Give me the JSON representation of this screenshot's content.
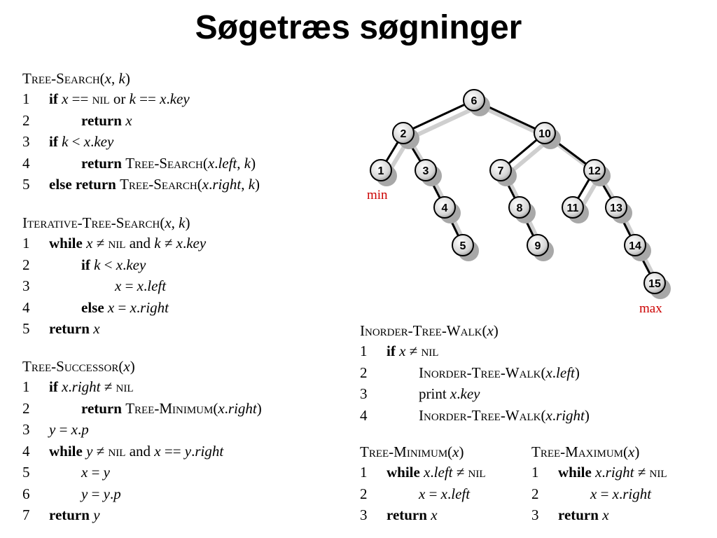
{
  "title": "Søgetræs søgninger",
  "algorithms": [
    {
      "id": "tree-search",
      "header": [
        {
          "t": "Tree-Search",
          "c": "sc"
        },
        {
          "t": "(",
          "c": ""
        },
        {
          "t": "x",
          "c": "it"
        },
        {
          "t": ", ",
          "c": ""
        },
        {
          "t": "k",
          "c": "it"
        },
        {
          "t": ")",
          "c": ""
        }
      ],
      "lines": [
        {
          "n": "1",
          "indent": 0,
          "parts": [
            {
              "t": "if ",
              "c": "kw"
            },
            {
              "t": "x",
              "c": "it"
            },
            {
              "t": " == ",
              "c": ""
            },
            {
              "t": "nil",
              "c": "sc"
            },
            {
              "t": " or ",
              "c": ""
            },
            {
              "t": "k",
              "c": "it"
            },
            {
              "t": " == ",
              "c": ""
            },
            {
              "t": "x",
              "c": "it"
            },
            {
              "t": ".",
              "c": ""
            },
            {
              "t": "key",
              "c": "it"
            }
          ]
        },
        {
          "n": "2",
          "indent": 1,
          "parts": [
            {
              "t": "return ",
              "c": "kw"
            },
            {
              "t": "x",
              "c": "it"
            }
          ]
        },
        {
          "n": "3",
          "indent": 0,
          "parts": [
            {
              "t": "if ",
              "c": "kw"
            },
            {
              "t": "k",
              "c": "it"
            },
            {
              "t": " < ",
              "c": ""
            },
            {
              "t": "x",
              "c": "it"
            },
            {
              "t": ".",
              "c": ""
            },
            {
              "t": "key",
              "c": "it"
            }
          ]
        },
        {
          "n": "4",
          "indent": 1,
          "parts": [
            {
              "t": "return ",
              "c": "kw"
            },
            {
              "t": "Tree-Search",
              "c": "sc"
            },
            {
              "t": "(",
              "c": ""
            },
            {
              "t": "x",
              "c": "it"
            },
            {
              "t": ".",
              "c": ""
            },
            {
              "t": "left",
              "c": "it"
            },
            {
              "t": ", ",
              "c": ""
            },
            {
              "t": "k",
              "c": "it"
            },
            {
              "t": ")",
              "c": ""
            }
          ]
        },
        {
          "n": "5",
          "indent": 0,
          "parts": [
            {
              "t": "else return ",
              "c": "kw"
            },
            {
              "t": "Tree-Search",
              "c": "sc"
            },
            {
              "t": "(",
              "c": ""
            },
            {
              "t": "x",
              "c": "it"
            },
            {
              "t": ".",
              "c": ""
            },
            {
              "t": "right",
              "c": "it"
            },
            {
              "t": ", ",
              "c": ""
            },
            {
              "t": "k",
              "c": "it"
            },
            {
              "t": ")",
              "c": ""
            }
          ]
        }
      ]
    },
    {
      "id": "iterative-tree-search",
      "header": [
        {
          "t": "Iterative-Tree-Search",
          "c": "sc"
        },
        {
          "t": "(",
          "c": ""
        },
        {
          "t": "x",
          "c": "it"
        },
        {
          "t": ", ",
          "c": ""
        },
        {
          "t": "k",
          "c": "it"
        },
        {
          "t": ")",
          "c": ""
        }
      ],
      "lines": [
        {
          "n": "1",
          "indent": 0,
          "parts": [
            {
              "t": "while ",
              "c": "kw"
            },
            {
              "t": "x",
              "c": "it"
            },
            {
              "t": " ≠ ",
              "c": ""
            },
            {
              "t": "nil",
              "c": "sc"
            },
            {
              "t": " and ",
              "c": ""
            },
            {
              "t": "k",
              "c": "it"
            },
            {
              "t": " ≠ ",
              "c": ""
            },
            {
              "t": "x",
              "c": "it"
            },
            {
              "t": ".",
              "c": ""
            },
            {
              "t": "key",
              "c": "it"
            }
          ]
        },
        {
          "n": "2",
          "indent": 1,
          "parts": [
            {
              "t": "if ",
              "c": "kw"
            },
            {
              "t": "k",
              "c": "it"
            },
            {
              "t": " < ",
              "c": ""
            },
            {
              "t": "x",
              "c": "it"
            },
            {
              "t": ".",
              "c": ""
            },
            {
              "t": "key",
              "c": "it"
            }
          ]
        },
        {
          "n": "3",
          "indent": 2,
          "parts": [
            {
              "t": "x",
              "c": "it"
            },
            {
              "t": " = ",
              "c": ""
            },
            {
              "t": "x",
              "c": "it"
            },
            {
              "t": ".",
              "c": ""
            },
            {
              "t": "left",
              "c": "it"
            }
          ]
        },
        {
          "n": "4",
          "indent": 1,
          "parts": [
            {
              "t": "else ",
              "c": "kw"
            },
            {
              "t": "x",
              "c": "it"
            },
            {
              "t": " = ",
              "c": ""
            },
            {
              "t": "x",
              "c": "it"
            },
            {
              "t": ".",
              "c": ""
            },
            {
              "t": "right",
              "c": "it"
            }
          ]
        },
        {
          "n": "5",
          "indent": 0,
          "parts": [
            {
              "t": "return ",
              "c": "kw"
            },
            {
              "t": "x",
              "c": "it"
            }
          ]
        }
      ]
    },
    {
      "id": "tree-successor",
      "header": [
        {
          "t": "Tree-Successor",
          "c": "sc"
        },
        {
          "t": "(",
          "c": ""
        },
        {
          "t": "x",
          "c": "it"
        },
        {
          "t": ")",
          "c": ""
        }
      ],
      "lines": [
        {
          "n": "1",
          "indent": 0,
          "parts": [
            {
              "t": "if ",
              "c": "kw"
            },
            {
              "t": "x",
              "c": "it"
            },
            {
              "t": ".",
              "c": ""
            },
            {
              "t": "right",
              "c": "it"
            },
            {
              "t": " ≠ ",
              "c": ""
            },
            {
              "t": "nil",
              "c": "sc"
            }
          ]
        },
        {
          "n": "2",
          "indent": 1,
          "parts": [
            {
              "t": "return ",
              "c": "kw"
            },
            {
              "t": "Tree-Minimum",
              "c": "sc"
            },
            {
              "t": "(",
              "c": ""
            },
            {
              "t": "x",
              "c": "it"
            },
            {
              "t": ".",
              "c": ""
            },
            {
              "t": "right",
              "c": "it"
            },
            {
              "t": ")",
              "c": ""
            }
          ]
        },
        {
          "n": "3",
          "indent": 0,
          "parts": [
            {
              "t": "y",
              "c": "it"
            },
            {
              "t": " = ",
              "c": ""
            },
            {
              "t": "x",
              "c": "it"
            },
            {
              "t": ".",
              "c": ""
            },
            {
              "t": "p",
              "c": "it"
            }
          ]
        },
        {
          "n": "4",
          "indent": 0,
          "parts": [
            {
              "t": "while ",
              "c": "kw"
            },
            {
              "t": "y",
              "c": "it"
            },
            {
              "t": " ≠ ",
              "c": ""
            },
            {
              "t": "nil",
              "c": "sc"
            },
            {
              "t": " and ",
              "c": ""
            },
            {
              "t": "x",
              "c": "it"
            },
            {
              "t": " == ",
              "c": ""
            },
            {
              "t": "y",
              "c": "it"
            },
            {
              "t": ".",
              "c": ""
            },
            {
              "t": "right",
              "c": "it"
            }
          ]
        },
        {
          "n": "5",
          "indent": 1,
          "parts": [
            {
              "t": "x",
              "c": "it"
            },
            {
              "t": " = ",
              "c": ""
            },
            {
              "t": "y",
              "c": "it"
            }
          ]
        },
        {
          "n": "6",
          "indent": 1,
          "parts": [
            {
              "t": "y",
              "c": "it"
            },
            {
              "t": " = ",
              "c": ""
            },
            {
              "t": "y",
              "c": "it"
            },
            {
              "t": ".",
              "c": ""
            },
            {
              "t": "p",
              "c": "it"
            }
          ]
        },
        {
          "n": "7",
          "indent": 0,
          "parts": [
            {
              "t": "return ",
              "c": "kw"
            },
            {
              "t": "y",
              "c": "it"
            }
          ]
        }
      ]
    },
    {
      "id": "inorder-tree-walk",
      "header": [
        {
          "t": "Inorder-Tree-Walk",
          "c": "sc"
        },
        {
          "t": "(",
          "c": ""
        },
        {
          "t": "x",
          "c": "it"
        },
        {
          "t": ")",
          "c": ""
        }
      ],
      "lines": [
        {
          "n": "1",
          "indent": 0,
          "parts": [
            {
              "t": "if ",
              "c": "kw"
            },
            {
              "t": "x",
              "c": "it"
            },
            {
              "t": " ≠ ",
              "c": ""
            },
            {
              "t": "nil",
              "c": "sc"
            }
          ]
        },
        {
          "n": "2",
          "indent": 1,
          "parts": [
            {
              "t": "Inorder-Tree-Walk",
              "c": "sc"
            },
            {
              "t": "(",
              "c": ""
            },
            {
              "t": "x",
              "c": "it"
            },
            {
              "t": ".",
              "c": ""
            },
            {
              "t": "left",
              "c": "it"
            },
            {
              "t": ")",
              "c": ""
            }
          ]
        },
        {
          "n": "3",
          "indent": 1,
          "parts": [
            {
              "t": "print ",
              "c": ""
            },
            {
              "t": "x",
              "c": "it"
            },
            {
              "t": ".",
              "c": ""
            },
            {
              "t": "key",
              "c": "it"
            }
          ]
        },
        {
          "n": "4",
          "indent": 1,
          "parts": [
            {
              "t": "Inorder-Tree-Walk",
              "c": "sc"
            },
            {
              "t": "(",
              "c": ""
            },
            {
              "t": "x",
              "c": "it"
            },
            {
              "t": ".",
              "c": ""
            },
            {
              "t": "right",
              "c": "it"
            },
            {
              "t": ")",
              "c": ""
            }
          ]
        }
      ]
    },
    {
      "id": "tree-minimum",
      "header": [
        {
          "t": "Tree-Minimum",
          "c": "sc"
        },
        {
          "t": "(",
          "c": ""
        },
        {
          "t": "x",
          "c": "it"
        },
        {
          "t": ")",
          "c": ""
        }
      ],
      "lines": [
        {
          "n": "1",
          "indent": 0,
          "parts": [
            {
              "t": "while ",
              "c": "kw"
            },
            {
              "t": "x",
              "c": "it"
            },
            {
              "t": ".",
              "c": ""
            },
            {
              "t": "left",
              "c": "it"
            },
            {
              "t": " ≠ ",
              "c": ""
            },
            {
              "t": "nil",
              "c": "sc"
            }
          ]
        },
        {
          "n": "2",
          "indent": 1,
          "parts": [
            {
              "t": "x",
              "c": "it"
            },
            {
              "t": " = ",
              "c": ""
            },
            {
              "t": "x",
              "c": "it"
            },
            {
              "t": ".",
              "c": ""
            },
            {
              "t": "left",
              "c": "it"
            }
          ]
        },
        {
          "n": "3",
          "indent": 0,
          "parts": [
            {
              "t": "return ",
              "c": "kw"
            },
            {
              "t": "x",
              "c": "it"
            }
          ]
        }
      ]
    },
    {
      "id": "tree-maximum",
      "header": [
        {
          "t": "Tree-Maximum",
          "c": "sc"
        },
        {
          "t": "(",
          "c": ""
        },
        {
          "t": "x",
          "c": "it"
        },
        {
          "t": ")",
          "c": ""
        }
      ],
      "lines": [
        {
          "n": "1",
          "indent": 0,
          "parts": [
            {
              "t": "while ",
              "c": "kw"
            },
            {
              "t": "x",
              "c": "it"
            },
            {
              "t": ".",
              "c": ""
            },
            {
              "t": "right",
              "c": "it"
            },
            {
              "t": " ≠ ",
              "c": ""
            },
            {
              "t": "nil",
              "c": "sc"
            }
          ]
        },
        {
          "n": "2",
          "indent": 1,
          "parts": [
            {
              "t": "x",
              "c": "it"
            },
            {
              "t": " = ",
              "c": ""
            },
            {
              "t": "x",
              "c": "it"
            },
            {
              "t": ".",
              "c": ""
            },
            {
              "t": "right",
              "c": "it"
            }
          ]
        },
        {
          "n": "3",
          "indent": 0,
          "parts": [
            {
              "t": "return ",
              "c": "kw"
            },
            {
              "t": "x",
              "c": "it"
            }
          ]
        }
      ]
    }
  ],
  "tree": {
    "nodes": [
      "6",
      "2",
      "10",
      "1",
      "3",
      "7",
      "12",
      "4",
      "8",
      "11",
      "13",
      "5",
      "9",
      "14",
      "15"
    ],
    "edges": [
      [
        "6",
        "2"
      ],
      [
        "6",
        "10"
      ],
      [
        "2",
        "1"
      ],
      [
        "2",
        "3"
      ],
      [
        "3",
        "4"
      ],
      [
        "4",
        "5"
      ],
      [
        "10",
        "7"
      ],
      [
        "10",
        "12"
      ],
      [
        "7",
        "8"
      ],
      [
        "8",
        "9"
      ],
      [
        "12",
        "11"
      ],
      [
        "12",
        "13"
      ],
      [
        "13",
        "14"
      ],
      [
        "14",
        "15"
      ]
    ],
    "min_label": "min",
    "max_label": "max",
    "label_color": "#cc0000"
  }
}
